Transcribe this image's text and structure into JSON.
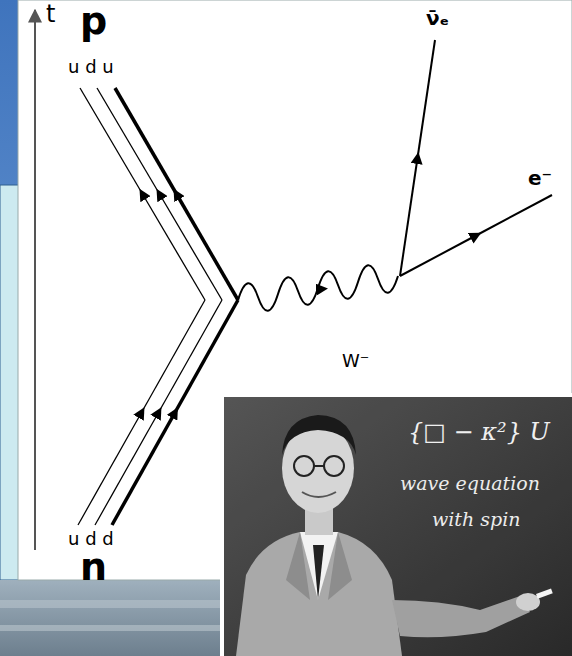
{
  "diagram": {
    "labels": [
      "t",
      "p",
      "u d u",
      "ν̄ₑ",
      "e⁻",
      "W⁻",
      "u d d",
      "n",
      "{□ − κ²} U",
      "wave equation",
      "with spin"
    ]
  }
}
